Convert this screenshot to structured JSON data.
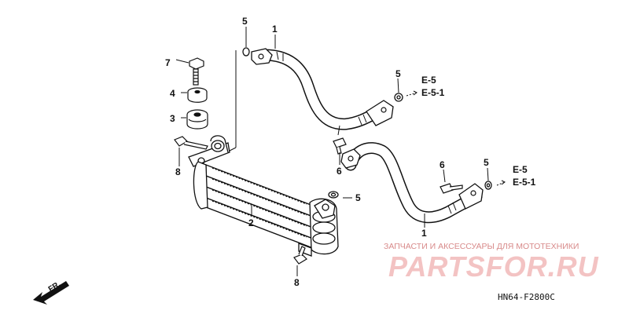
{
  "callouts": {
    "hose_top": "1",
    "hose_bottom": "1",
    "cooler": "2",
    "cushion": "3",
    "collar": "4",
    "gasket_top": "5",
    "gasket_right_top": "5",
    "gasket_cooler": "5",
    "gasket_right_bottom": "5",
    "bolt_hose_top": "6",
    "bolt_hose_bottom": "6",
    "bolt_mount": "7",
    "bolt_cooler_left": "8",
    "bolt_cooler_bottom": "8"
  },
  "refs": {
    "top_1": "E-5",
    "top_2": "E-5-1",
    "bottom_1": "E-5",
    "bottom_2": "E-5-1"
  },
  "direction_label": "FR.",
  "diagram_code": "HN64-F2800C",
  "watermark": {
    "caption": "ЗАПЧАСТИ И АКСЕССУАРЫ ДЛЯ МОТОТЕХНИКИ",
    "brand": "PARTSFOR.RU"
  },
  "colors": {
    "line": "#111111",
    "watermark_caption": "#d88a8a",
    "watermark_brand": "#f3c3c3"
  }
}
